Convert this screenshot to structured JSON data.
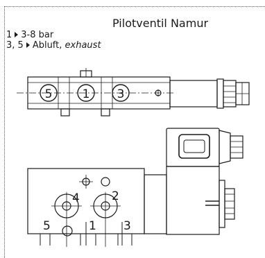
{
  "title": "Pilotventil Namur",
  "specs": [
    {
      "ports": "1",
      "text": "3-8 bar"
    },
    {
      "ports": "3, 5",
      "text": "Abluft,",
      "text_italic": "exhaust"
    }
  ],
  "top_view": {
    "port_labels": [
      "5",
      "1",
      "3"
    ]
  },
  "front_view": {
    "port_labels_upper": [
      "4",
      "2"
    ],
    "port_labels_lower": [
      "5",
      "1",
      "3"
    ]
  },
  "colors": {
    "line": "#1a1a1a",
    "frame": "#555555"
  }
}
